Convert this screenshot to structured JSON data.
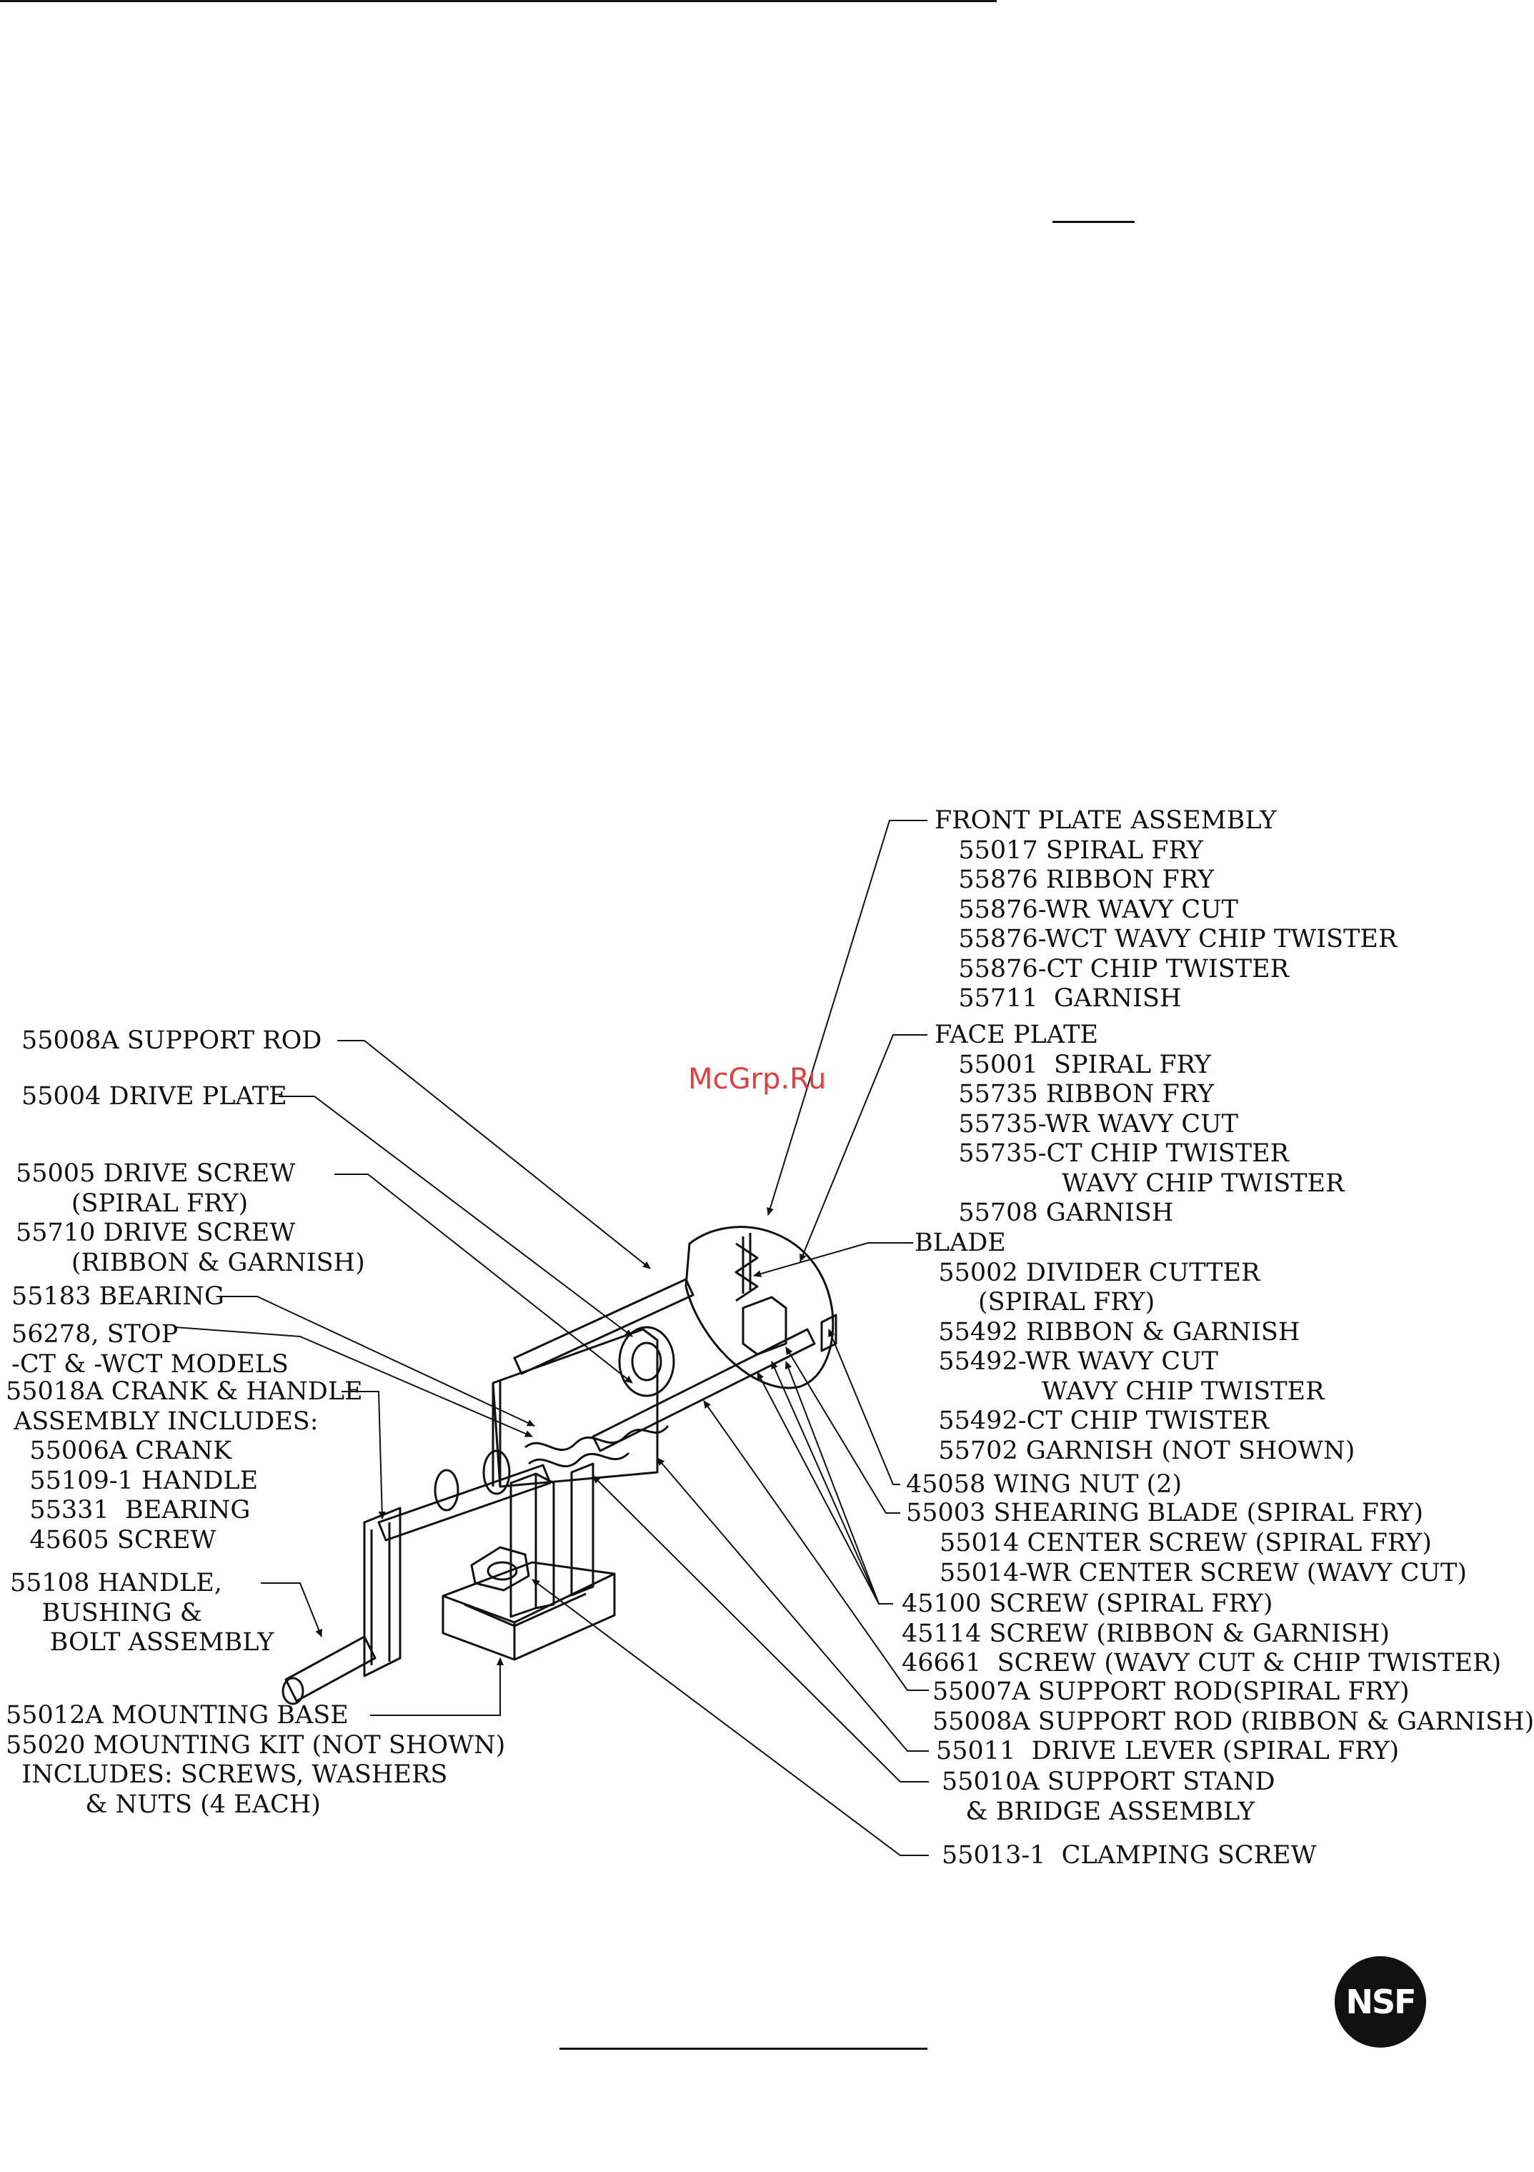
{
  "watermark": "McGrp.Ru",
  "logo": "NSF",
  "labels_left": [
    {
      "id": "l1",
      "lines": [
        "55008A SUPPORT ROD"
      ]
    },
    {
      "id": "l2",
      "lines": [
        "55004 DRIVE PLATE"
      ]
    },
    {
      "id": "l3",
      "lines": [
        "55005 DRIVE SCREW",
        "       (SPIRAL FRY)",
        "55710 DRIVE SCREW",
        "       (RIBBON & GARNISH)"
      ]
    },
    {
      "id": "l4",
      "lines": [
        "55183 BEARING"
      ]
    },
    {
      "id": "l5",
      "lines": [
        "56278, STOP",
        "-CT & -WCT MODELS"
      ]
    },
    {
      "id": "l6",
      "lines": [
        "55018A CRANK & HANDLE",
        " ASSEMBLY INCLUDES:",
        "   55006A CRANK",
        "   55109-1 HANDLE",
        "   55331  BEARING",
        "   45605 SCREW"
      ]
    },
    {
      "id": "l7",
      "lines": [
        "55108 HANDLE,",
        "    BUSHING &",
        "     BOLT ASSEMBLY"
      ]
    },
    {
      "id": "l8",
      "lines": [
        "55012A MOUNTING BASE",
        "55020 MOUNTING KIT (NOT SHOWN)",
        "  INCLUDES: SCREWS, WASHERS",
        "          & NUTS (4 EACH)"
      ]
    }
  ],
  "labels_right": [
    {
      "id": "r1",
      "lines": [
        "FRONT PLATE ASSEMBLY",
        "   55017 SPIRAL FRY",
        "   55876 RIBBON FRY",
        "   55876-WR WAVY CUT",
        "   55876-WCT WAVY CHIP TWISTER",
        "   55876-CT CHIP TWISTER",
        "   55711  GARNISH"
      ]
    },
    {
      "id": "r2",
      "lines": [
        "FACE PLATE",
        "   55001  SPIRAL FRY",
        "   55735 RIBBON FRY",
        "   55735-WR WAVY CUT",
        "   55735-CT CHIP TWISTER",
        "                WAVY CHIP TWISTER",
        "   55708 GARNISH"
      ]
    },
    {
      "id": "r3",
      "lines": [
        "BLADE",
        "   55002 DIVIDER CUTTER",
        "        (SPIRAL FRY)",
        "   55492 RIBBON & GARNISH",
        "   55492-WR WAVY CUT",
        "                WAVY CHIP TWISTER",
        "   55492-CT CHIP TWISTER",
        "   55702 GARNISH (NOT SHOWN)"
      ]
    },
    {
      "id": "r4",
      "lines": [
        "45058 WING NUT (2)"
      ]
    },
    {
      "id": "r5",
      "lines": [
        "55003 SHEARING BLADE (SPIRAL FRY)"
      ]
    },
    {
      "id": "r6",
      "lines": [
        "55014 CENTER SCREW (SPIRAL FRY)",
        "55014-WR CENTER SCREW (WAVY CUT)"
      ]
    },
    {
      "id": "r7",
      "lines": [
        "45100 SCREW (SPIRAL FRY)",
        "45114 SCREW (RIBBON & GARNISH)",
        "46661  SCREW (WAVY CUT & CHIP TWISTER)"
      ]
    },
    {
      "id": "r8",
      "lines": [
        "55007A SUPPORT ROD(SPIRAL FRY)",
        "55008A SUPPORT ROD (RIBBON & GARNISH)"
      ]
    },
    {
      "id": "r9",
      "lines": [
        "55011  DRIVE LEVER (SPIRAL FRY)"
      ]
    },
    {
      "id": "r10",
      "lines": [
        "55010A SUPPORT STAND",
        "   & BRIDGE ASSEMBLY"
      ]
    },
    {
      "id": "r11",
      "lines": [
        "55013-1  CLAMPING SCREW"
      ]
    }
  ]
}
